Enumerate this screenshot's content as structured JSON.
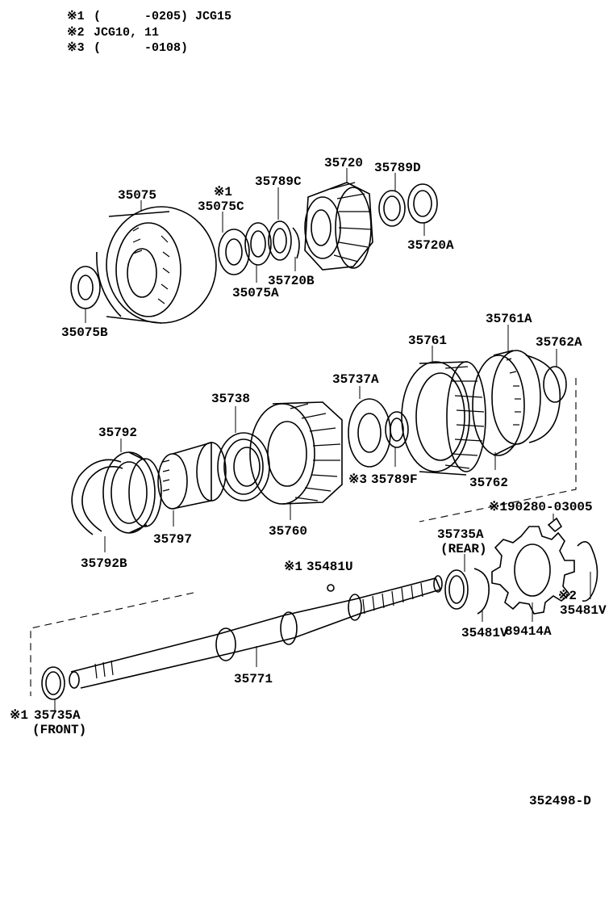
{
  "notes": [
    {
      "mark": "※1",
      "text": "(      -0205) JCG15"
    },
    {
      "mark": "※2",
      "text": "JCG10, 11"
    },
    {
      "mark": "※3",
      "text": "(      -0108)"
    }
  ],
  "labels": {
    "p35075": "35075",
    "p35075B": "35075B",
    "p35075C_mark": "※1",
    "p35075C": "35075C",
    "p35075A": "35075A",
    "p35789C": "35789C",
    "p35720": "35720",
    "p35720B": "35720B",
    "p35789D": "35789D",
    "p35720A": "35720A",
    "p35761A": "35761A",
    "p35761": "35761",
    "p35762A": "35762A",
    "p35737A": "35737A",
    "p35738": "35738",
    "p35792": "35792",
    "p35789F_mark": "※3",
    "p35789F": "35789F",
    "p35762": "35762",
    "p35760": "35760",
    "p35797": "35797",
    "p35792B": "35792B",
    "p190280": "※190280-03005",
    "p35735A_rear": "35735A",
    "p35735A_rear_sub": "(REAR)",
    "p35481U_mark": "※1",
    "p35481U": "35481U",
    "p35481V_a": "35481V",
    "p89414A": "89414A",
    "p35481V_b_mark": "※2",
    "p35481V_b": "35481V",
    "p35771": "35771",
    "p35735A_front_mark": "※1",
    "p35735A_front": "35735A",
    "p35735A_front_sub": "(FRONT)",
    "diagram_id": "352498-D"
  }
}
